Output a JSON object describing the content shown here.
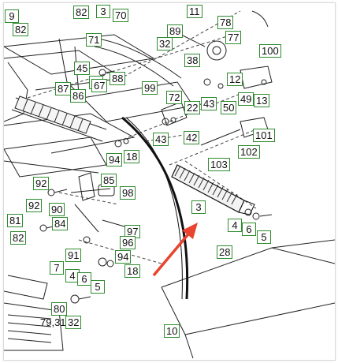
{
  "colors": {
    "callout_border": "#2e8b2e",
    "arrow": "#e8442f",
    "linework": "#222222",
    "belt": "#111111"
  },
  "callouts": [
    "9",
    "82",
    "3",
    "70",
    "11",
    "82",
    "78",
    "89",
    "32",
    "71",
    "77",
    "100",
    "38",
    "45",
    "12",
    "88",
    "6",
    "67",
    "99",
    "87",
    "86",
    "72",
    "50",
    "49",
    "13",
    "43",
    "22",
    "101",
    "43",
    "42",
    "18",
    "94",
    "102",
    "103",
    "92",
    "85",
    "98",
    "92",
    "90",
    "84",
    "3",
    "81",
    "4",
    "6",
    "5",
    "97",
    "82",
    "96",
    "28",
    "91",
    "94",
    "18",
    "7",
    "4",
    "6",
    "5",
    "80",
    "79,31",
    "32",
    "10"
  ]
}
